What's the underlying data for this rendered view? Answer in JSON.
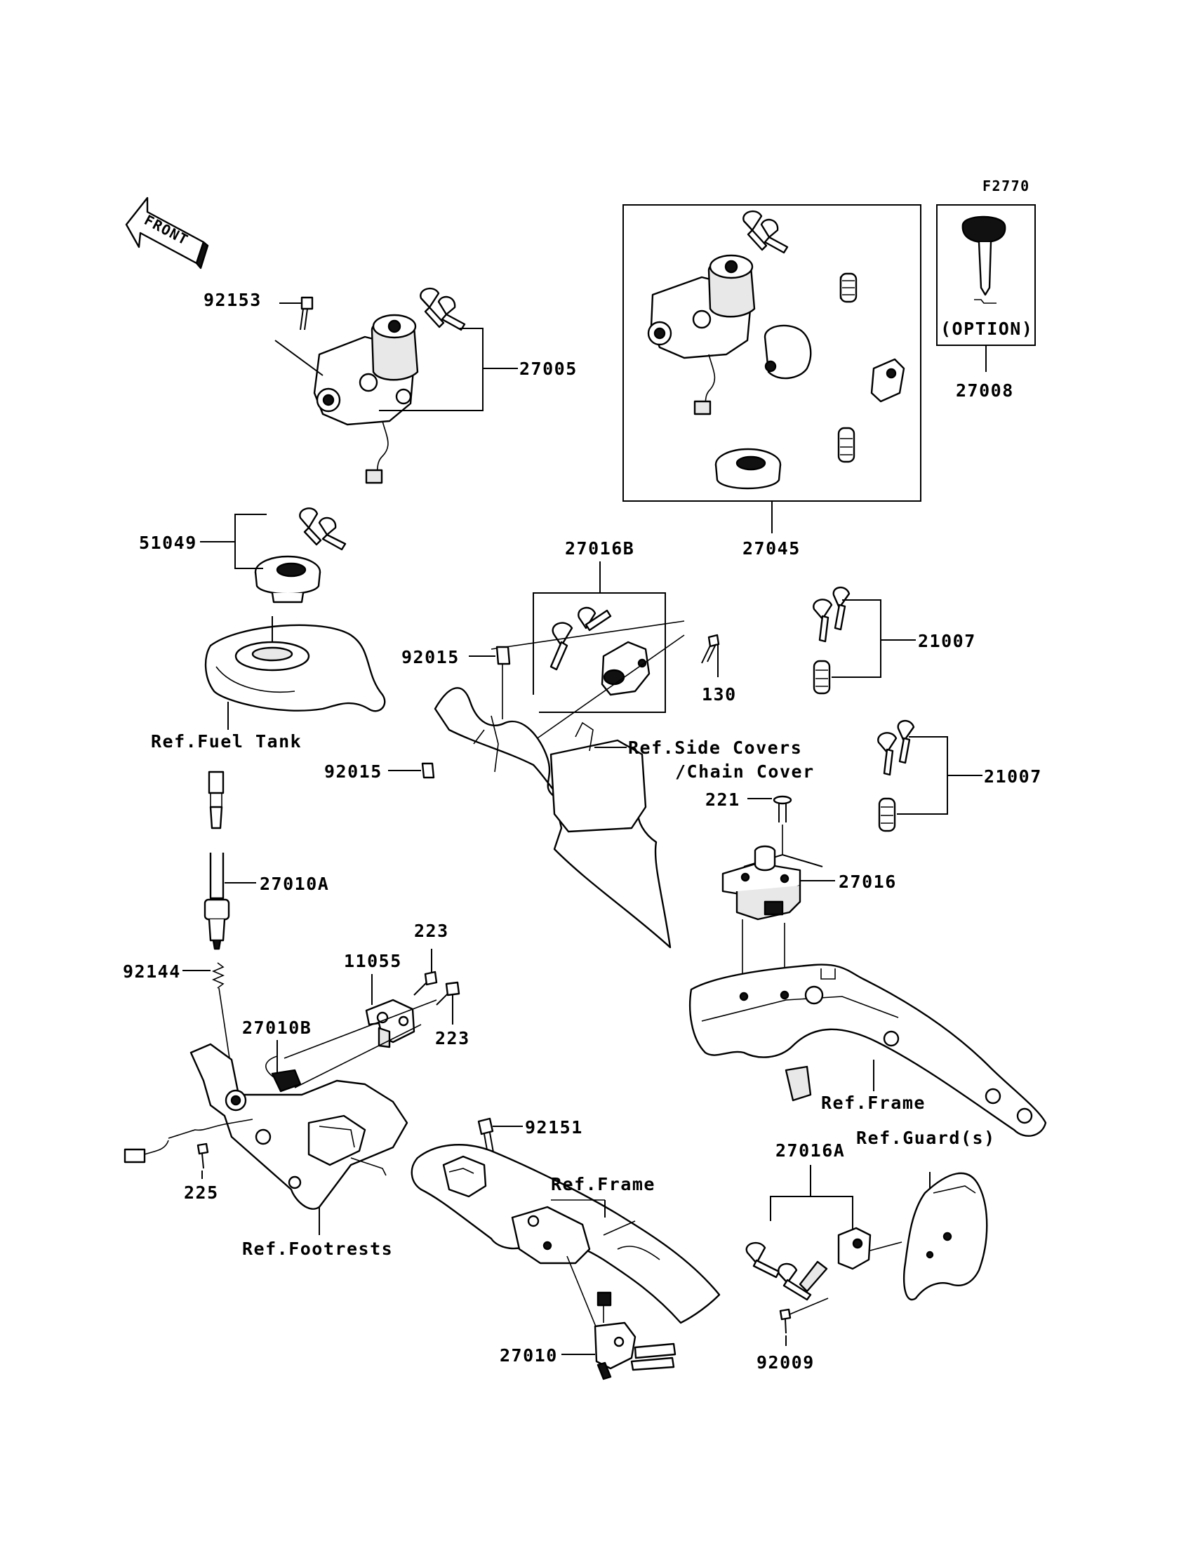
{
  "figure_code": "F2770",
  "front_label": "FRONT",
  "option_label": "(OPTION)",
  "parts": {
    "p27005": "27005",
    "p92153": "92153",
    "p27045": "27045",
    "p27008": "27008",
    "p51049": "51049",
    "p27016B": "27016B",
    "p92015a": "92015",
    "p92015b": "92015",
    "p130": "130",
    "p21007a": "21007",
    "p21007b": "21007",
    "p221": "221",
    "p27016": "27016",
    "p27010A": "27010A",
    "p92144": "92144",
    "p223a": "223",
    "p223b": "223",
    "p11055": "11055",
    "p27010B": "27010B",
    "p225": "225",
    "p92151": "92151",
    "p27010": "27010",
    "p27016A": "27016A",
    "p92009": "92009"
  },
  "references": {
    "fuel_tank": "Ref.Fuel Tank",
    "side_covers_1": "Ref.Side Covers",
    "side_covers_2": "/Chain Cover",
    "frame_right": "Ref.Frame",
    "frame_center": "Ref.Frame",
    "guards": "Ref.Guard(s)",
    "footrests": "Ref.Footrests"
  }
}
